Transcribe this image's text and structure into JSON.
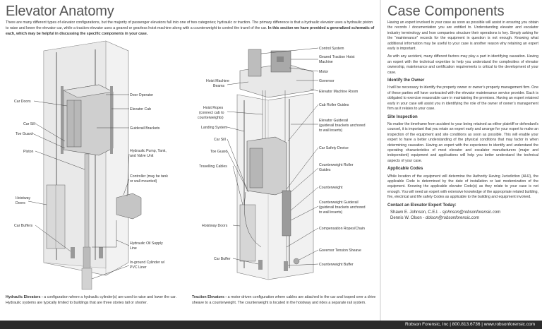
{
  "left": {
    "title": "Elevator Anatomy",
    "intro": "There are many different types of elevator configurations, but the majority of passenger elevators fall into one of two categories; hydraulic or traction. The primary difference is that a hydraulic elevator uses a hydraulic piston to raise and lower the elevator car, while a traction elevator uses a geared or gearless hoist machine along with a counterweight to control the travel of the car.",
    "intro_bold": "In this section we have provided a generalized schematic of each, which may be helpful in discussing the specific components in your case.",
    "hydraulic_labels": {
      "door_operator": "Door Operator",
      "car_doors": "Car Doors",
      "elevator_cab": "Elevator Cab",
      "car_sill": "Car Sill",
      "toe_guard": "Toe Guard",
      "guiderail_brackets": "Guiderail Brackets",
      "piston": "Piston",
      "pump_l1": "Hydraulic Pump, Tank,",
      "pump_l2": "and Valve Unit",
      "controller_l1": "Controller (may be tank",
      "controller_l2": "or wall mounted)",
      "hoistway_l1": "Hoistway",
      "hoistway_l2": "Doors",
      "car_buffers": "Car Buffers",
      "oil_l1": "Hydraulic Oil Supply",
      "oil_l2": "Line",
      "cyl_l1": "In-ground Cylinder w/",
      "cyl_l2": "PVC Liner"
    },
    "traction_labels": {
      "control_system": "Control System",
      "geared_l1": "Geared Traction Hoist",
      "geared_l2": "Machine",
      "hoist_beams_l1": "Hoist Machine",
      "hoist_beams_l2": "Beams",
      "motor": "Motor",
      "governor": "Governor",
      "machine_room": "Elevator Machine Room",
      "hoist_ropes_l1": "Hoist Ropes",
      "hoist_ropes_l2": "(connect cab to",
      "hoist_ropes_l3": "counterweights)",
      "cab_roller": "Cab Roller Guides",
      "landing_system": "Landing System",
      "guiderail_l1": "Elevator Guiderail",
      "guiderail_l2": "(guiderail brackets anchored",
      "guiderail_l3": "to wall inserts)",
      "car_sill": "Car Sill",
      "toe_guard": "Toe Guard",
      "safety_device": "Car Safety Device",
      "travelling_cables": "Travelling Cables",
      "cw_roller_l1": "Counterweight Roller",
      "cw_roller_l2": "Guides",
      "counterweight": "Counterweight",
      "cw_guiderail_l1": "Counterweight Guiderail",
      "cw_guiderail_l2": "(guiderail brackets anchored",
      "cw_guiderail_l3": "to wall inserts)",
      "hoistway_doors": "Hoistway Doors",
      "comp_ropes": "Compensation Ropes/Chain",
      "gov_sheave": "Governor Tension Sheave",
      "car_buffer": "Car Buffer",
      "cw_buffer": "Counterweight Buffer"
    },
    "cap_hyd_bold": "Hydraulic Elevators -",
    "cap_hyd": " a configuration where a hydraulic cylinder(s) are used to raise and lower the car. Hydraulic systems are typically limited to buildings that are three stories tall or shorter.",
    "cap_tr_bold": "Traction Elevators -",
    "cap_tr": " a motor driven configuration where cables are attached to the car and looped over a drive sheave to a counterweight. The counterweight is located in the hoistway and rides a separate rail system."
  },
  "right": {
    "title": "Case Components",
    "p1": "Having an expert involved in your case as soon as possible will assist in ensuring you obtain the records / documentation you are entitled to. Understanding elevator and escalator industry terminology and how companies structure their operations is key. Simply asking for the “maintenance” records for the equipment in question is not enough. Knowing what additional information may be useful to your case is another reason why retaining an expert early is important.",
    "p2": "As with any accident, many different factors may play a part in identifying causation. Having an expert with the technical expertise to help you understand the complexities of elevator ownership, maintenance and certification requirements is critical to the development of your case.",
    "h_owner": "Identify the Owner",
    "p3": "It will be necessary to identify the property owner or owner’s property management firm. One of these parties will have contracted with the elevator maintenance service provider. Each is obligated to exercise reasonable care in maintaining the premises. Having an expert retained early in your case will assist you in identifying the role of the owner of owner’s management firm as it relates to your case.",
    "h_site": "Site Inspection",
    "p4": "No matter the timeframe from accident to your being retained as either plaintiff or defendant’s counsel, it is important that you retain an expert early and arrange for your expert to make an inspection of the equipment and site conditions as soon as possible. This will enable your expert to have a better understanding of the physical conditions that may factor in when determining causation. Having an expert with the experience to identify and understand the operating characteristics of most elevator and escalator manufacturers (major and independent) equipment and applications will help you better understand the technical aspects of your case.",
    "h_codes": "Applicable Codes",
    "p5": "While location of the equipment will determine the Authority Having Jurisdiction (AHJ), the applicable Code is determined by the date of installation or last modernization of the equipment. Knowing the applicable elevator Code(s) as they relate to your case is not enough. You will need an expert with extensive knowledge of the appropriate related building, fire, electrical and life safety Codes as applicable to the building and equipment involved.",
    "h_contact": "Contact an Elevator Expert Today:",
    "contact1_name": "Shawn E. Johnson, C.E.I. - ",
    "contact1_email": "sjohnson@robsonforensic.com",
    "contact2_name": "Dennis W. Olson - ",
    "contact2_email": "dolson@robsonforensic.com"
  },
  "footer": "Robson Forensic, Inc | 800.813.6736 | www.robsonforensic.com"
}
